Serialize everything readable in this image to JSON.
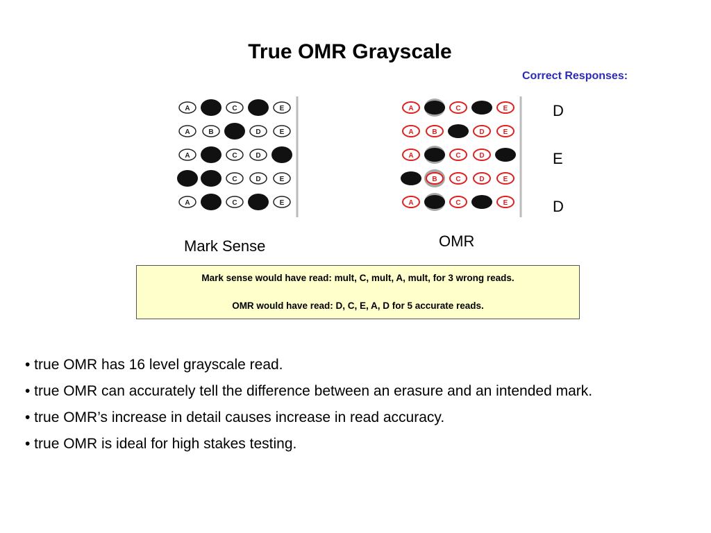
{
  "title": "True OMR Grayscale",
  "correct": {
    "heading": "Correct Responses:",
    "answers": [
      "D",
      "E",
      "D"
    ]
  },
  "sheet_options": [
    "A",
    "B",
    "C",
    "D",
    "E"
  ],
  "captions": {
    "mark_sense": "Mark Sense",
    "omr": "OMR"
  },
  "result_box": {
    "mark_sense_line": "Mark sense would have read:  mult, C, mult, A, mult, for 3 wrong reads.",
    "omr_line": "OMR would have read: D, C, E, A, D for 5 accurate reads."
  },
  "bullets": [
    "• true OMR has 16 level grayscale read.",
    "• true OMR can accurately tell the difference between an erasure and an intended mark.",
    "• true OMR’s increase in detail causes increase in read accuracy.",
    "• true OMR is ideal for high stakes testing."
  ],
  "colors": {
    "title_text": "#000000",
    "heading_blue": "#2b2bb8",
    "box_fill": "#ffffcc",
    "omr_bubble_red": "#e02020",
    "mark_black": "#111111",
    "erasure_gray": "#8a8a8a"
  }
}
